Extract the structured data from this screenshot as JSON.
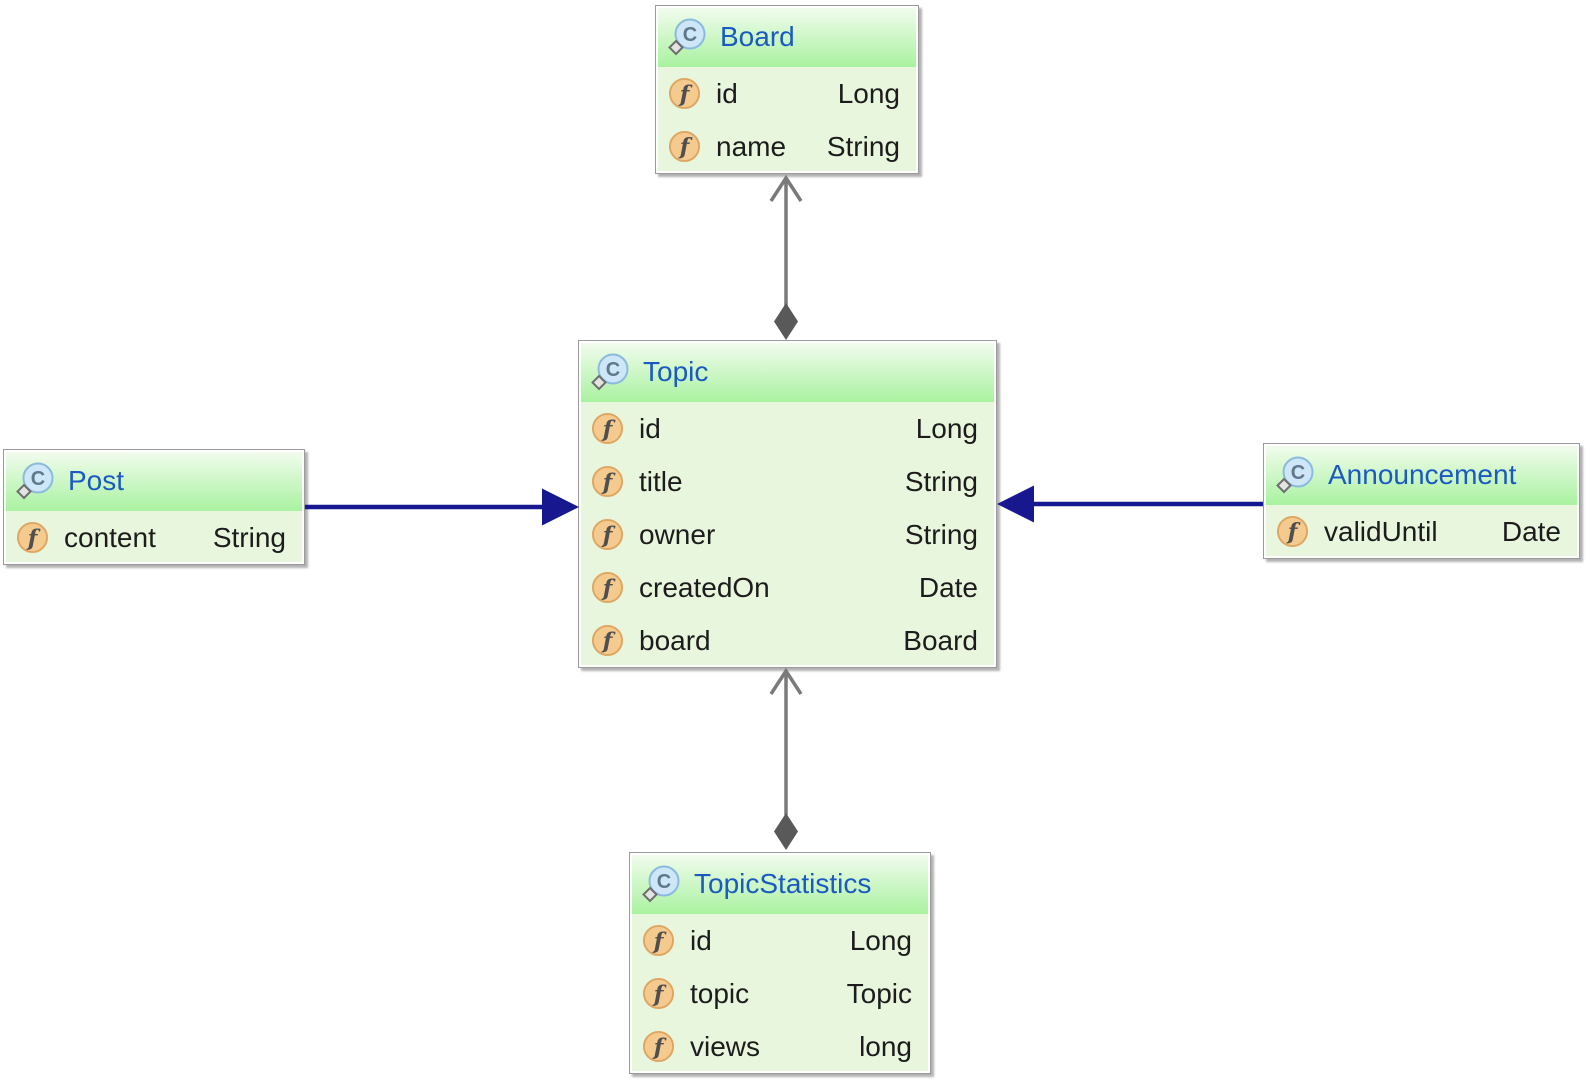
{
  "icons": {
    "class_glyph": "C",
    "field_glyph": "f"
  },
  "colors": {
    "edge_aggregation": "#7a7a7a",
    "edge_aggregation_diamond": "#595959",
    "edge_dependency": "#17178f",
    "class_name_text": "#1b5ac2",
    "header_gradient_top": "#f4fcf0",
    "header_gradient_bottom": "#a9f2a0",
    "node_body_background": "#e7f6dc"
  },
  "classes": {
    "board": {
      "name": "Board",
      "fields": [
        {
          "name": "id",
          "type": "Long"
        },
        {
          "name": "name",
          "type": "String"
        }
      ]
    },
    "topic": {
      "name": "Topic",
      "fields": [
        {
          "name": "id",
          "type": "Long"
        },
        {
          "name": "title",
          "type": "String"
        },
        {
          "name": "owner",
          "type": "String"
        },
        {
          "name": "createdOn",
          "type": "Date"
        },
        {
          "name": "board",
          "type": "Board"
        }
      ]
    },
    "post": {
      "name": "Post",
      "fields": [
        {
          "name": "content",
          "type": "String"
        }
      ]
    },
    "announcement": {
      "name": "Announcement",
      "fields": [
        {
          "name": "validUntil",
          "type": "Date"
        }
      ]
    },
    "topic_statistics": {
      "name": "TopicStatistics",
      "fields": [
        {
          "name": "id",
          "type": "Long"
        },
        {
          "name": "topic",
          "type": "Topic"
        },
        {
          "name": "views",
          "type": "long"
        }
      ]
    }
  },
  "relationships": [
    {
      "source": "Topic",
      "target": "Board",
      "source_marker": "filled-diamond",
      "target_marker": "open-arrow",
      "color_key": "edge_aggregation"
    },
    {
      "source": "TopicStatistics",
      "target": "Topic",
      "source_marker": "filled-diamond",
      "target_marker": "open-arrow",
      "color_key": "edge_aggregation"
    },
    {
      "source": "Post",
      "target": "Topic",
      "source_marker": "none",
      "target_marker": "filled-arrow",
      "color_key": "edge_dependency"
    },
    {
      "source": "Announcement",
      "target": "Topic",
      "source_marker": "none",
      "target_marker": "filled-arrow",
      "color_key": "edge_dependency"
    }
  ]
}
